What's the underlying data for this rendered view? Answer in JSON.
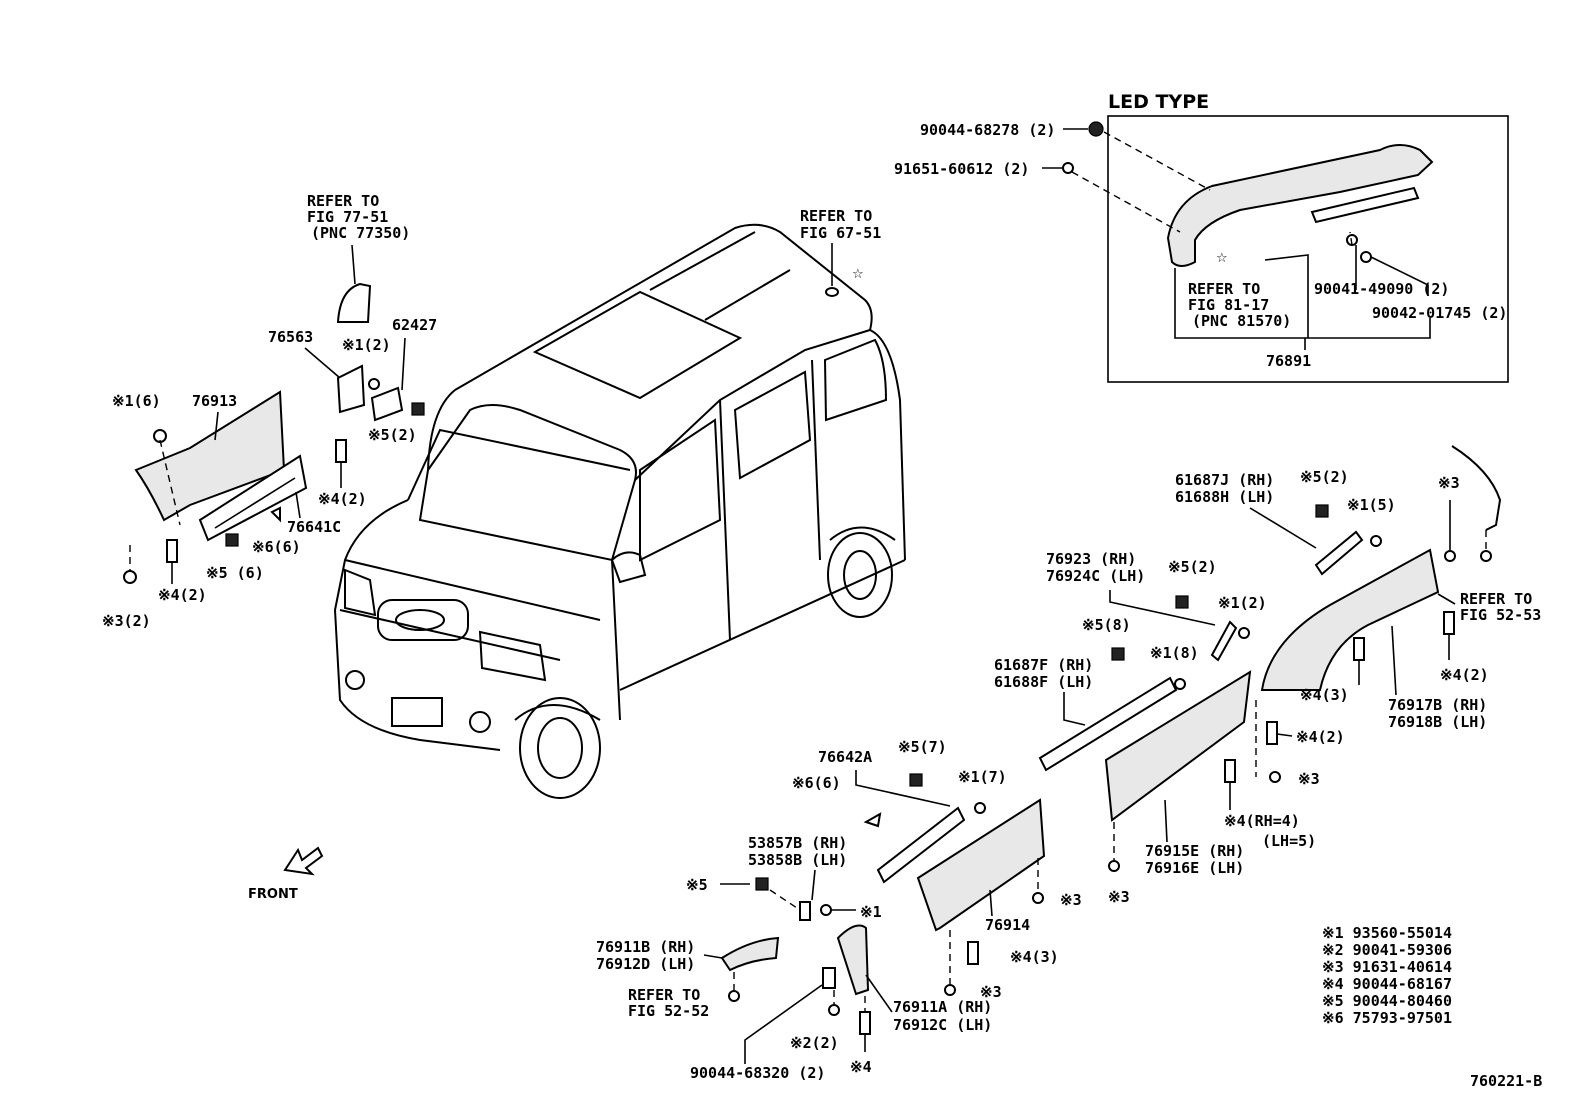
{
  "diagram_code": "760221-B",
  "led_box": {
    "title": "LED TYPE",
    "parts": [
      "90044-68278 (2)",
      "91651-60612 (2)",
      "90041-49090 (2)",
      "90042-01745 (2)"
    ],
    "refer": [
      "REFER TO",
      "FIG 81-17",
      "(PNC 81570)"
    ],
    "assembly": "76891"
  },
  "refs": {
    "fig7751": [
      "REFER TO",
      "FIG 77-51",
      "(PNC 77350)"
    ],
    "fig6751": [
      "REFER TO",
      "FIG 67-51"
    ],
    "fig5253": [
      "REFER TO",
      "FIG 52-53"
    ],
    "fig5252": [
      "REFER TO",
      "FIG 52-52"
    ]
  },
  "labels": {
    "p76563": "76563",
    "p62427": "62427",
    "p1_2a": "※1(2)",
    "p5_2a": "※5(2)",
    "p4_2a": "※4(2)",
    "p1_6": "※1(6)",
    "p76913": "76913",
    "p76641c": "76641C",
    "p6_6a": "※6(6)",
    "p5_6": "※5 (6)",
    "p4_2b": "※4(2)",
    "p3_2": "※3(2)",
    "front": "FRONT",
    "p61687j": "61687J (RH)",
    "p61688h": "61688H (LH)",
    "p5_2b": "※5(2)",
    "p1_5": "※1(5)",
    "p3a": "※3",
    "p76923": "76923  (RH)",
    "p76924c": "76924C (LH)",
    "p5_2c": "※5(2)",
    "p1_2b": "※1(2)",
    "p5_8": "※5(8)",
    "p1_8": "※1(8)",
    "p61687f": "61687F (RH)",
    "p61688f": "61688F (LH)",
    "p4_2c": "※4(2)",
    "p4_3a": "※4(3)",
    "p76917b": "76917B (RH)",
    "p76918b": "76918B (LH)",
    "p4_2d": "※4(2)",
    "p3b": "※3",
    "p4_rh": "※4(RH=4)",
    "p4_lh": "(LH=5)",
    "p76915e": "76915E (RH)",
    "p76916e": "76916E (LH)",
    "p3c": "※3",
    "p76642a": "76642A",
    "p5_7": "※5(7)",
    "p6_6b": "※6(6)",
    "p1_7": "※1(7)",
    "p53857b": "53857B (RH)",
    "p53858b": "53858B (LH)",
    "p5a": "※5",
    "p1a": "※1",
    "p3d": "※3",
    "p76914": "76914",
    "p4_3b": "※4(3)",
    "p3e": "※3",
    "p76911b": "76911B (RH)",
    "p76912d": "76912D (LH)",
    "p76911a": "76911A (RH)",
    "p76912c": "76912C (LH)",
    "p2_2": "※2(2)",
    "p90044_68320": "90044-68320 (2)",
    "p4a": "※4"
  },
  "legend": [
    "※1 93560-55014",
    "※2 90041-59306",
    "※3 91631-40614",
    "※4 90044-68167",
    "※5 90044-80460",
    "※6 75793-97501"
  ]
}
